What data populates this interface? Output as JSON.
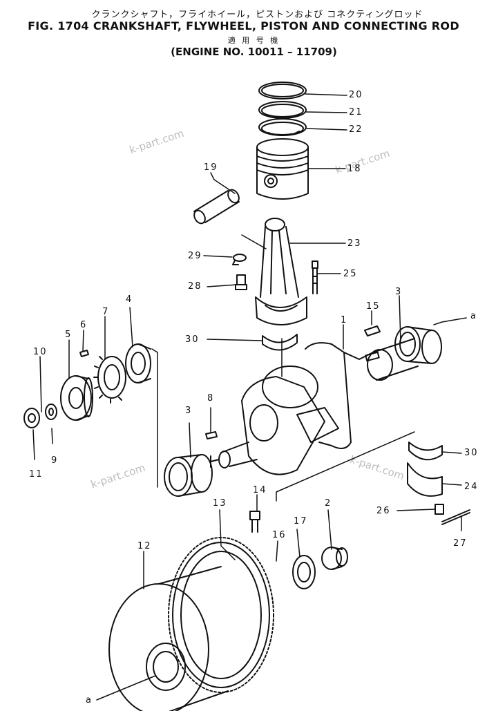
{
  "header": {
    "japanese_title": "クランクシャフト，フライホイール，ピストンおよび コネクティングロッド",
    "figure_title": "FIG. 1704  CRANKSHAFT, FLYWHEEL, PISTON AND CONNECTING ROD",
    "japanese_subtitle": "適 用 号 機",
    "engine_range": "(ENGINE NO. 10011 – 11709)"
  },
  "watermark": "k-part.com",
  "callouts": {
    "c20": "20",
    "c21": "21",
    "c22": "22",
    "c18": "18",
    "c19": "19",
    "c23": "23",
    "c29": "29",
    "c28": "28",
    "c25": "25",
    "c15": "15",
    "c3a": "3",
    "c1": "1",
    "ca_right": "a",
    "c30a": "30",
    "c4": "4",
    "c7": "7",
    "c6": "6",
    "c5": "5",
    "c10": "10",
    "c9": "9",
    "c11": "11",
    "c8": "8",
    "c3b": "3",
    "c30b": "30",
    "c24": "24",
    "c26": "26",
    "c27": "27",
    "c14": "14",
    "c13": "13",
    "c2": "2",
    "c17": "17",
    "c16": "16",
    "c12": "12",
    "ca_left": "a"
  }
}
